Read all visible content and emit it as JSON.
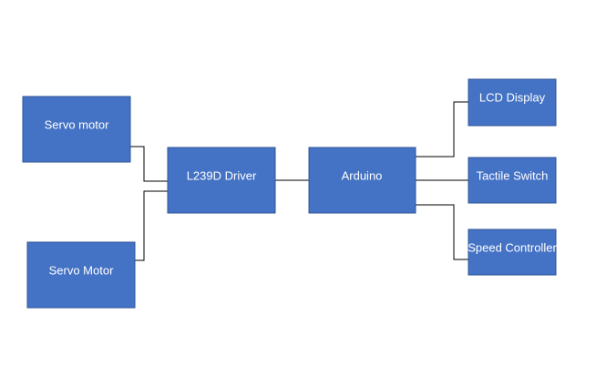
{
  "diagram": {
    "blocks": {
      "servo_motor_top": "Servo motor",
      "servo_motor_bottom": "Servo Motor",
      "driver": "L239D Driver",
      "arduino": "Arduino",
      "lcd_display": "LCD Display",
      "tactile_switch": "Tactile Switch",
      "speed_controller": "Speed Controller"
    },
    "colors": {
      "block_fill": "#4472c4",
      "block_border": "#2f5597",
      "block_text": "#ffffff",
      "connector": "#000000",
      "background": "#ffffff"
    }
  }
}
